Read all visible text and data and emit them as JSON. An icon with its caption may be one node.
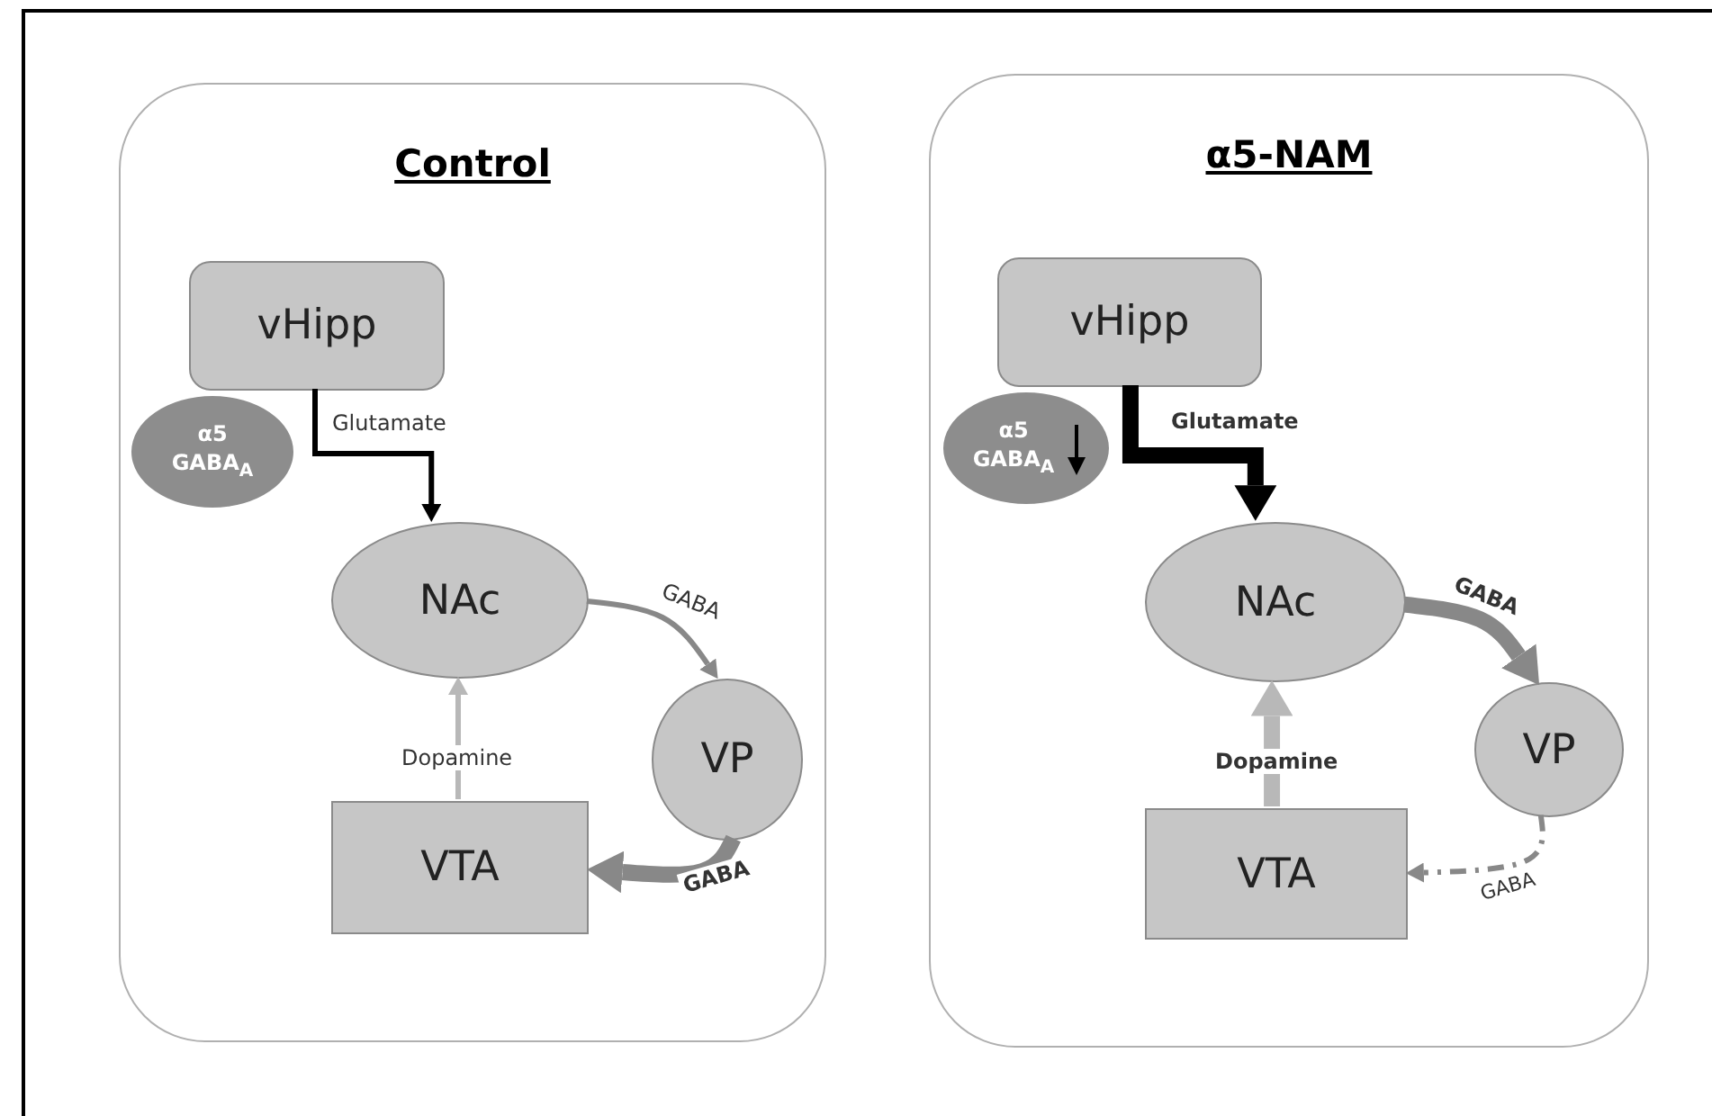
{
  "diagram": {
    "nodes": [
      {
        "text": [
          "Control"
        ]
      },
      {
        "text": [
          "vHipp"
        ],
        "in": 0
      },
      {
        "text": [
          "α5 GABA$_{A}$"
        ],
        "in": 0
      },
      {
        "text": [
          "NAc"
        ],
        "in": 0
      },
      {
        "text": [
          "VP"
        ],
        "in": 0
      },
      {
        "text": [
          "VTA"
        ],
        "in": 0
      },
      {
        "text": [
          "α5-NAM"
        ]
      },
      {
        "text": [
          "vHipp"
        ],
        "in": 6
      },
      {
        "text": [
          "α5 GABA$_{A}$"
        ],
        "in": 6
      },
      {
        "text": [
          "NAc"
        ],
        "in": 6
      },
      {
        "text": [
          "VP"
        ],
        "in": 6
      },
      {
        "text": [
          "VTA"
        ],
        "in": 6
      }
    ],
    "edges": [
      {
        "from": 1,
        "to": 3,
        "label": "Glutamate",
        "arrow": "to",
        "color": "#000000"
      },
      {
        "from": 3,
        "to": 4,
        "label": "GABA",
        "arrow": "to"
      },
      {
        "from": 5,
        "to": 3,
        "label": "Dopamine",
        "arrow": "to",
        "color": "#b8b8b8"
      },
      {
        "from": 4,
        "to": 5,
        "label": "GABA",
        "arrow": "to",
        "style": "thick"
      },
      {
        "from": 7,
        "to": 9,
        "label": "Glutamate",
        "arrow": "to",
        "style": "thick",
        "color": "#000000"
      },
      {
        "from": 9,
        "to": 10,
        "label": "GABA",
        "arrow": "to",
        "style": "thick"
      },
      {
        "from": 11,
        "to": 9,
        "label": "Dopamine",
        "arrow": "to",
        "style": "thick",
        "color": "#b8b8b8"
      },
      {
        "from": 10,
        "to": 11,
        "label": "GABA",
        "arrow": "to",
        "style": "dashed"
      }
    ]
  }
}
